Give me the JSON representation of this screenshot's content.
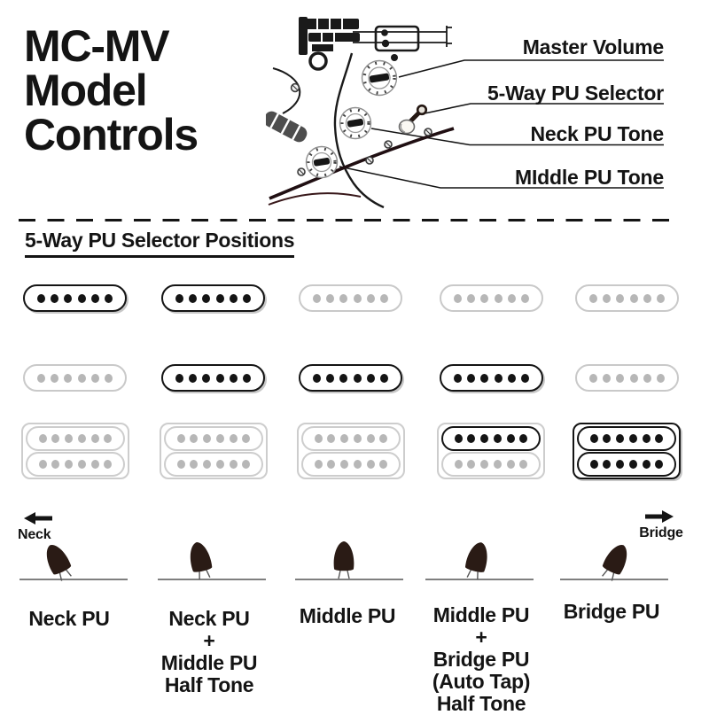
{
  "title": {
    "lines": [
      "MC-MV",
      "Model",
      "Controls"
    ]
  },
  "callouts": [
    {
      "label": "Master Volume",
      "target": "master-volume-knob"
    },
    {
      "label": "5-Way PU Selector",
      "target": "pickup-selector-switch"
    },
    {
      "label": "Neck PU Tone",
      "target": "neck-tone-knob"
    },
    {
      "label": "MIddle PU Tone",
      "target": "middle-tone-knob"
    }
  ],
  "section_heading": "5-Way PU Selector Positions",
  "direction_labels": {
    "neck": "Neck",
    "bridge": "Bridge"
  },
  "pickup_layout": {
    "neck": "single-coil",
    "middle": "single-coil",
    "bridge": "humbucker"
  },
  "colors": {
    "ink": "#141414",
    "inactive_outline": "#c9c9c9",
    "inactive_dot": "#b7b7b7",
    "lever_tip": "#2a1b15"
  },
  "selector_positions": [
    {
      "label": "Neck PU",
      "active_pickups": [
        "neck"
      ],
      "lever_angle": -26,
      "neck_class": "pu sc on",
      "middle_class": "pu sc off",
      "bridge_class": "pu hb off",
      "bridge_top_class": "coil off",
      "bridge_bottom_class": "coil off"
    },
    {
      "label": "Neck PU\n+\nMiddle PU\nHalf Tone",
      "active_pickups": [
        "neck",
        "middle"
      ],
      "lever_angle": -13,
      "neck_class": "pu sc on",
      "middle_class": "pu sc on",
      "bridge_class": "pu hb off",
      "bridge_top_class": "coil off",
      "bridge_bottom_class": "coil off"
    },
    {
      "label": "Middle PU",
      "active_pickups": [
        "middle"
      ],
      "lever_angle": 0,
      "neck_class": "pu sc off",
      "middle_class": "pu sc on",
      "bridge_class": "pu hb off",
      "bridge_top_class": "coil off",
      "bridge_bottom_class": "coil off"
    },
    {
      "label": "Middle PU\n+\nBridge PU\n(Auto Tap)\nHalf Tone",
      "active_pickups": [
        "middle",
        "bridge-top-coil"
      ],
      "lever_angle": 14,
      "neck_class": "pu sc off",
      "middle_class": "pu sc on",
      "bridge_class": "pu hb off",
      "bridge_top_class": "coil on",
      "bridge_bottom_class": "coil off"
    },
    {
      "label": "Bridge PU",
      "active_pickups": [
        "bridge"
      ],
      "lever_angle": 26,
      "neck_class": "pu sc off",
      "middle_class": "pu sc off",
      "bridge_class": "pu hb on",
      "bridge_top_class": "coil on",
      "bridge_bottom_class": "coil on"
    }
  ]
}
